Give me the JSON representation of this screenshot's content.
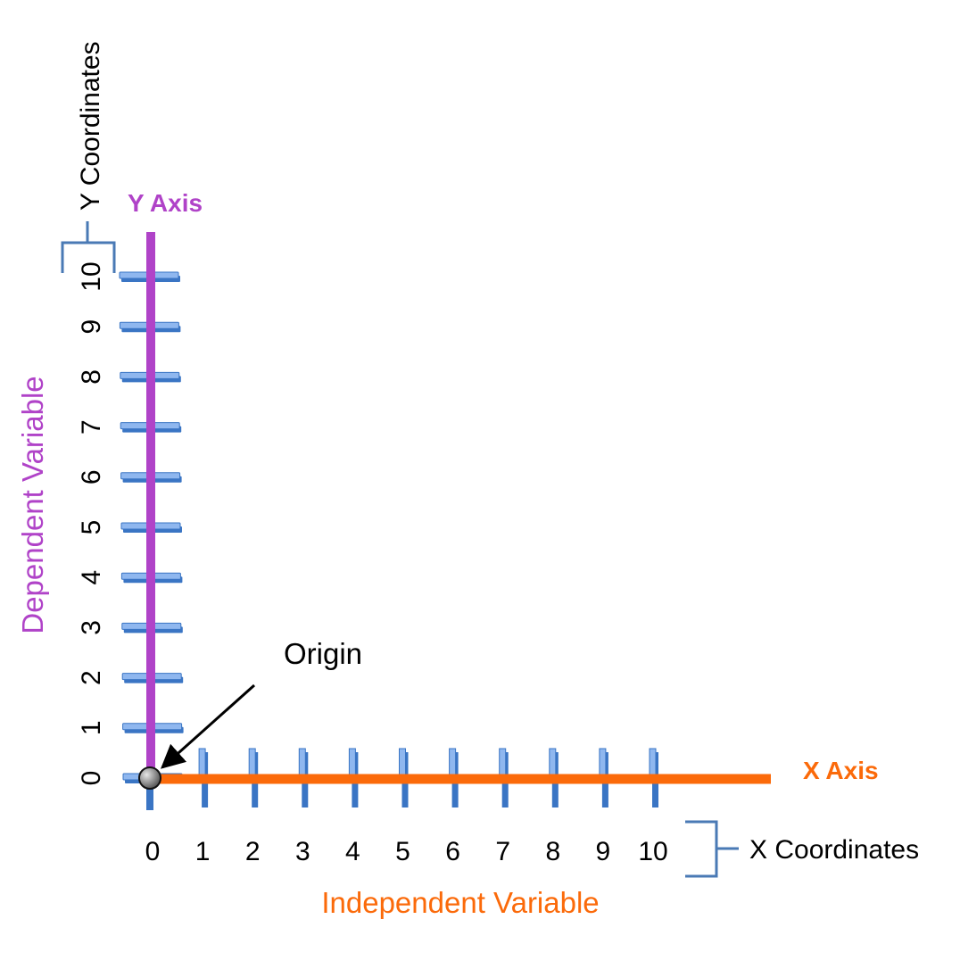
{
  "diagram": {
    "y_axis_title": "Y Axis",
    "x_axis_title": "X Axis",
    "y_variable_label": "Dependent Variable",
    "x_variable_label": "Independent Variable",
    "y_coordinates_label": "Y Coordinates",
    "x_coordinates_label": "X Coordinates",
    "origin_label": "Origin",
    "x_ticks": [
      "0",
      "1",
      "2",
      "3",
      "4",
      "5",
      "6",
      "7",
      "8",
      "9",
      "10"
    ],
    "y_ticks": [
      "0",
      "1",
      "2",
      "3",
      "4",
      "5",
      "6",
      "7",
      "8",
      "9",
      "10"
    ]
  },
  "colors": {
    "y_axis": "#b043c8",
    "x_axis": "#fb6a0a",
    "tick_fill": "#8fb7ef",
    "tick_shadow": "#3a75c4",
    "bracket": "#4a7ab5",
    "origin_dot": "#7a7a7a"
  }
}
